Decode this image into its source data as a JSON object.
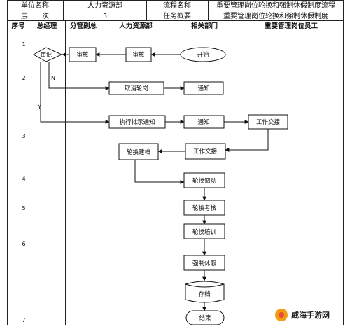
{
  "header": {
    "row1": [
      "单位名称",
      "人力资源部",
      "流程名称",
      "重要管理岗位轮换和强制休假制度流程"
    ],
    "row2": [
      "层　　次",
      "5",
      "任务概要",
      "重要管理岗位轮换和强制休假制度"
    ]
  },
  "columns": [
    "序号",
    "总经理",
    "分管副总",
    "人力资源部",
    "相关部门",
    "重要管理岗位员工"
  ],
  "row_numbers": [
    "1",
    "2",
    "3",
    "4",
    "5",
    "6",
    "7"
  ],
  "nodes": {
    "start": "开始",
    "review_dept": "审核",
    "review_hr": "审核",
    "approve": "审批",
    "cancel_rotation": "取消轮岗",
    "notify_1": "通知",
    "execute_notice": "执行批示通知",
    "notify_2": "通知",
    "handover_emp": "工作交接",
    "handover_dept": "工作交接",
    "rotation_filing": "轮换建档",
    "rotation_transfer": "轮换调动",
    "rotation_assess": "轮换考核",
    "rotation_train": "轮换培训",
    "forced_leave": "强制休假",
    "archive": "存档",
    "end": "结束"
  },
  "edge_labels": {
    "no": "N",
    "yes": "Y"
  },
  "watermark": "威海手游网"
}
